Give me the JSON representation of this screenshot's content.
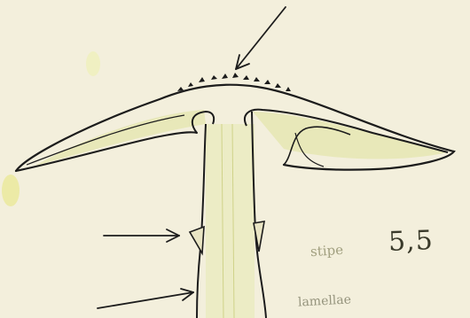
{
  "annotations": {
    "measurement": "5,5",
    "faint_label": "stipe",
    "bottom_label": "lamellae"
  },
  "colors": {
    "paper": "#f3efdc",
    "ink": "#1c1c1c",
    "tint": "#d8dc8a"
  },
  "icons": [
    "arrow-top-icon",
    "arrow-middle-icon",
    "arrow-bottom-icon"
  ]
}
